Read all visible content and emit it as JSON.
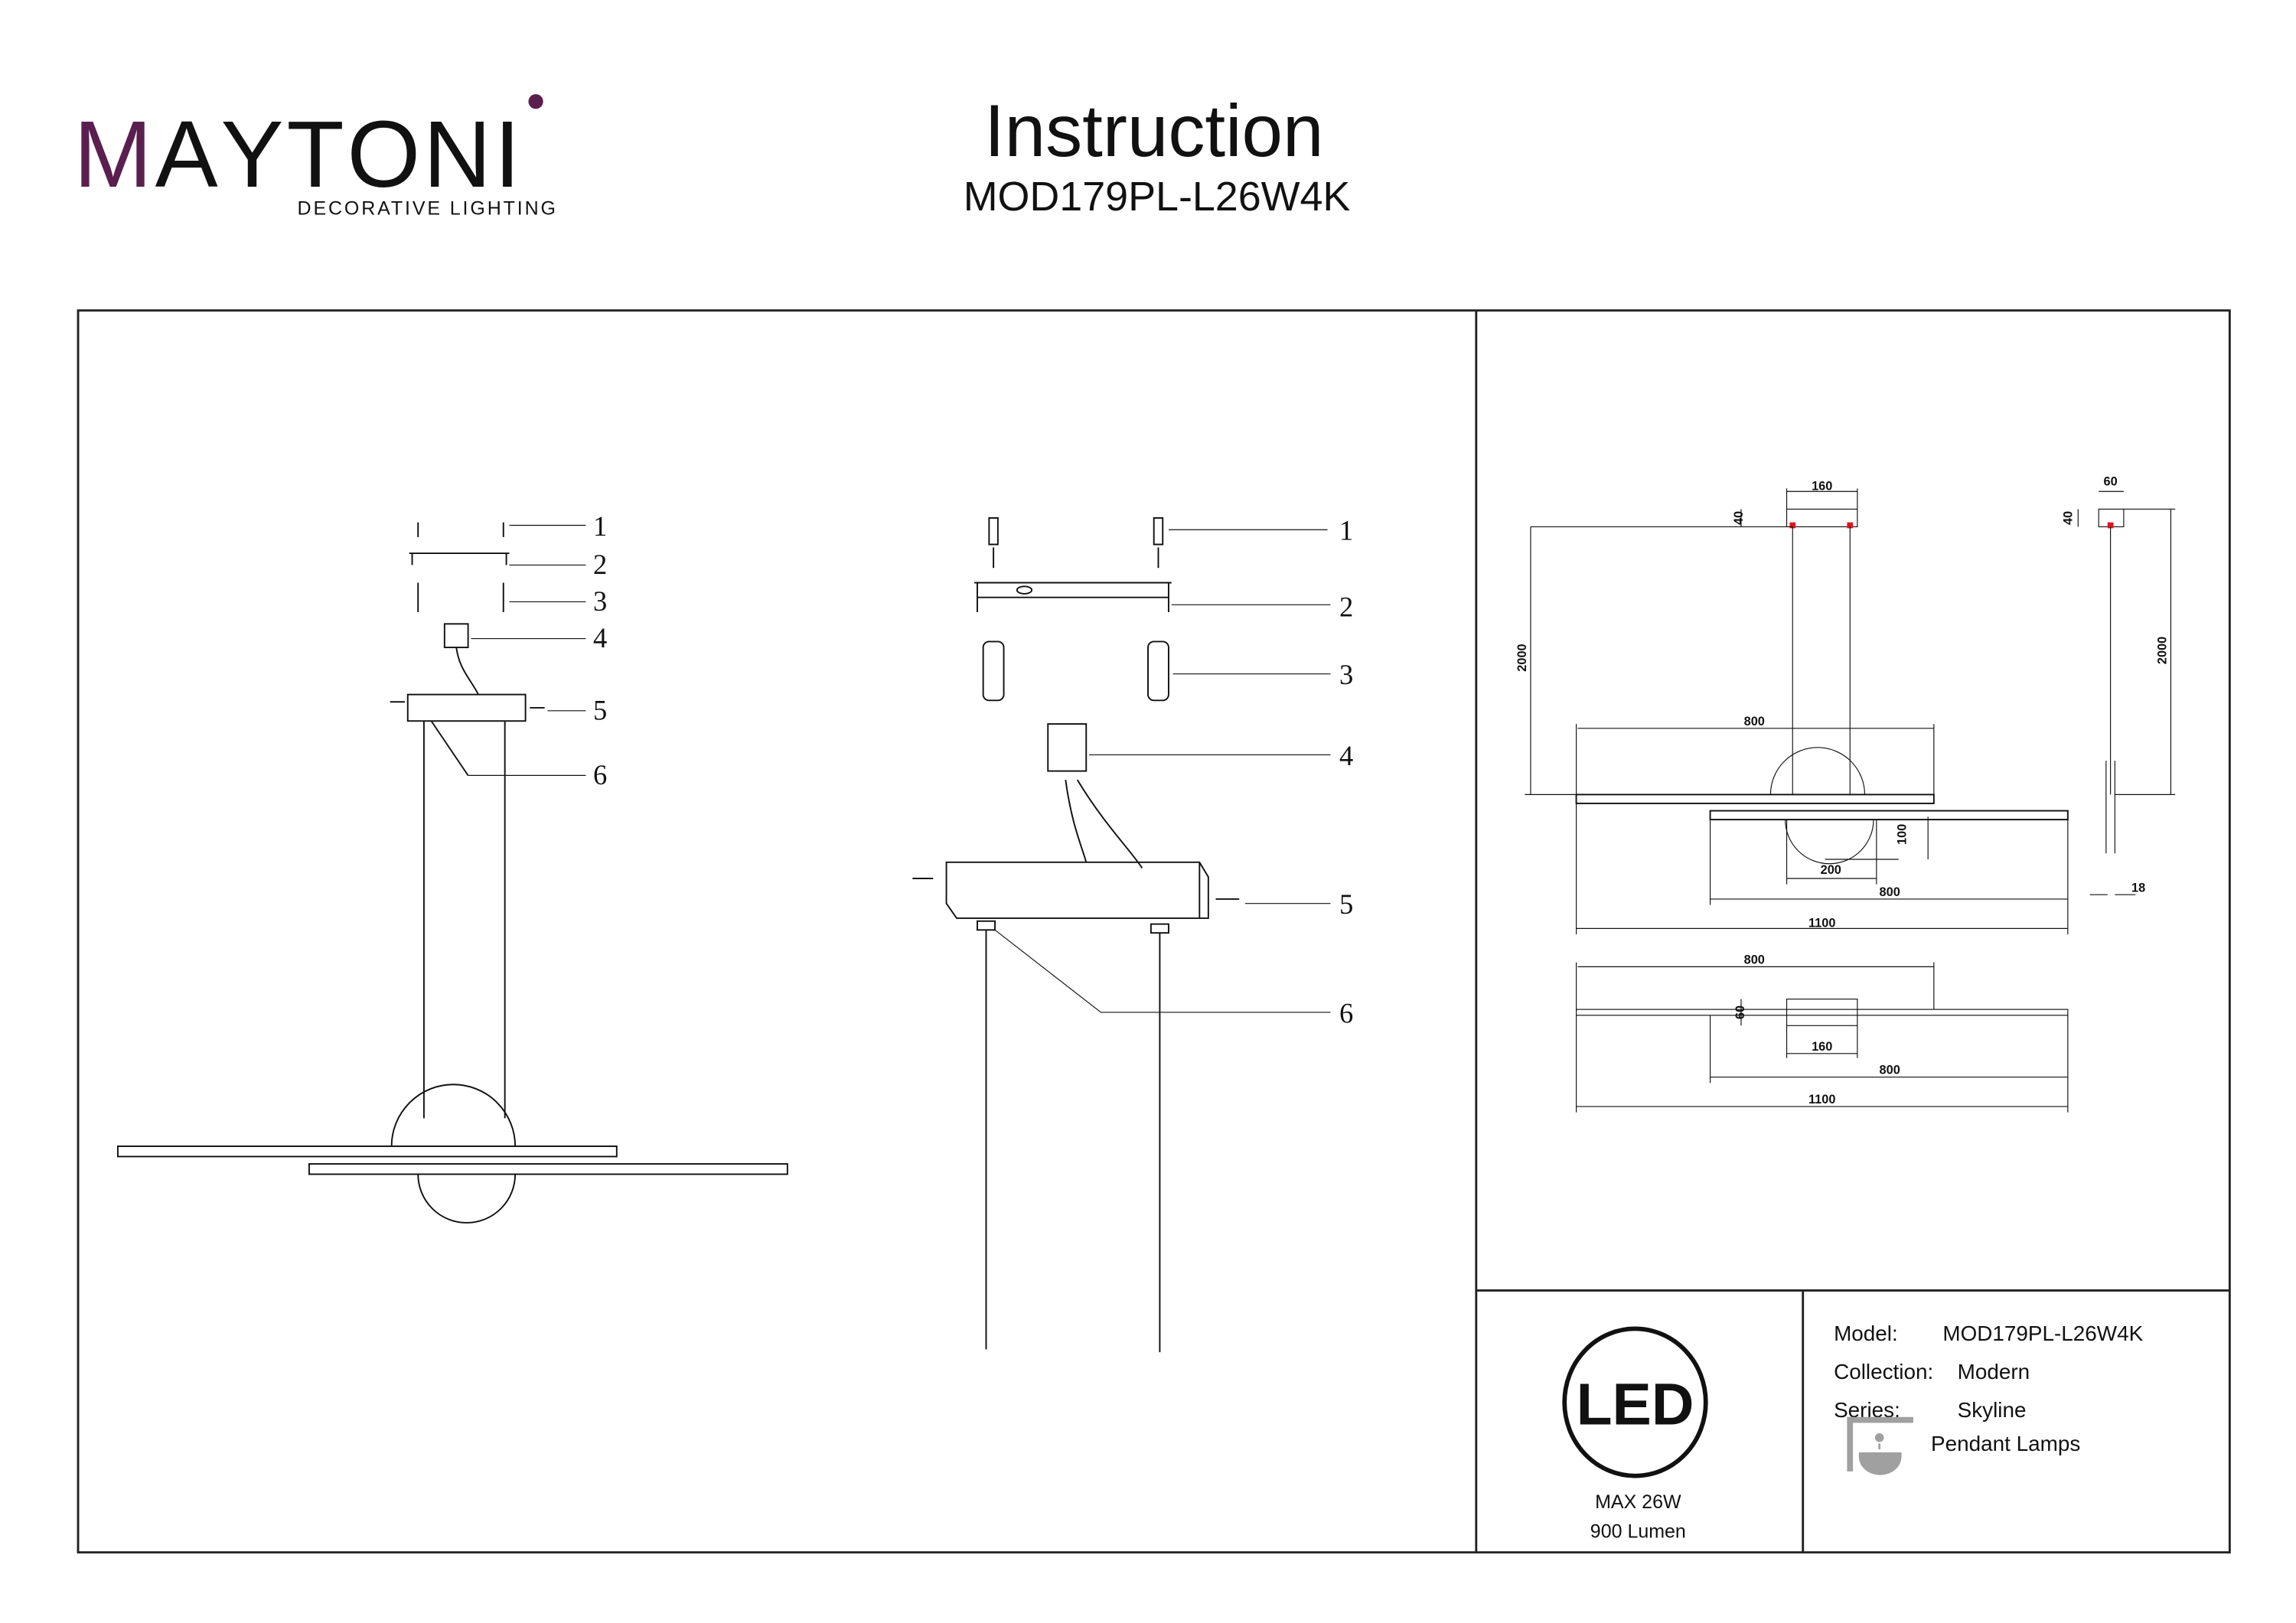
{
  "logo": {
    "brand": "MAYTONI",
    "tagline": "DECORATIVE LIGHTING",
    "accent_color": "#5b1f4f"
  },
  "header": {
    "title": "Instruction",
    "model": "MOD179PL-L26W4K"
  },
  "assembly": {
    "small_view_callouts": [
      "1",
      "2",
      "3",
      "4",
      "5",
      "6"
    ],
    "detail_view_callouts": [
      "1",
      "2",
      "3",
      "4",
      "5",
      "6"
    ]
  },
  "dimensions": {
    "front": [
      "160",
      "40",
      "2000",
      "800",
      "100",
      "200",
      "800",
      "1100"
    ],
    "side": [
      "60",
      "40",
      "2000",
      "18"
    ],
    "top": [
      "800",
      "60",
      "160",
      "800",
      "1100"
    ],
    "mount_point_color": "#e0141e"
  },
  "specs": {
    "led_label": "LED",
    "power": "MAX 26W",
    "flux": "900 Lumen"
  },
  "info": {
    "model_label": "Model:",
    "model_value": "MOD179PL-L26W4K",
    "collection_label": "Collection:",
    "collection_value": "Modern",
    "series_label": "Series:",
    "series_value": "Skyline",
    "category": "Pendant Lamps",
    "category_icon": "pendant-lamp-icon"
  }
}
